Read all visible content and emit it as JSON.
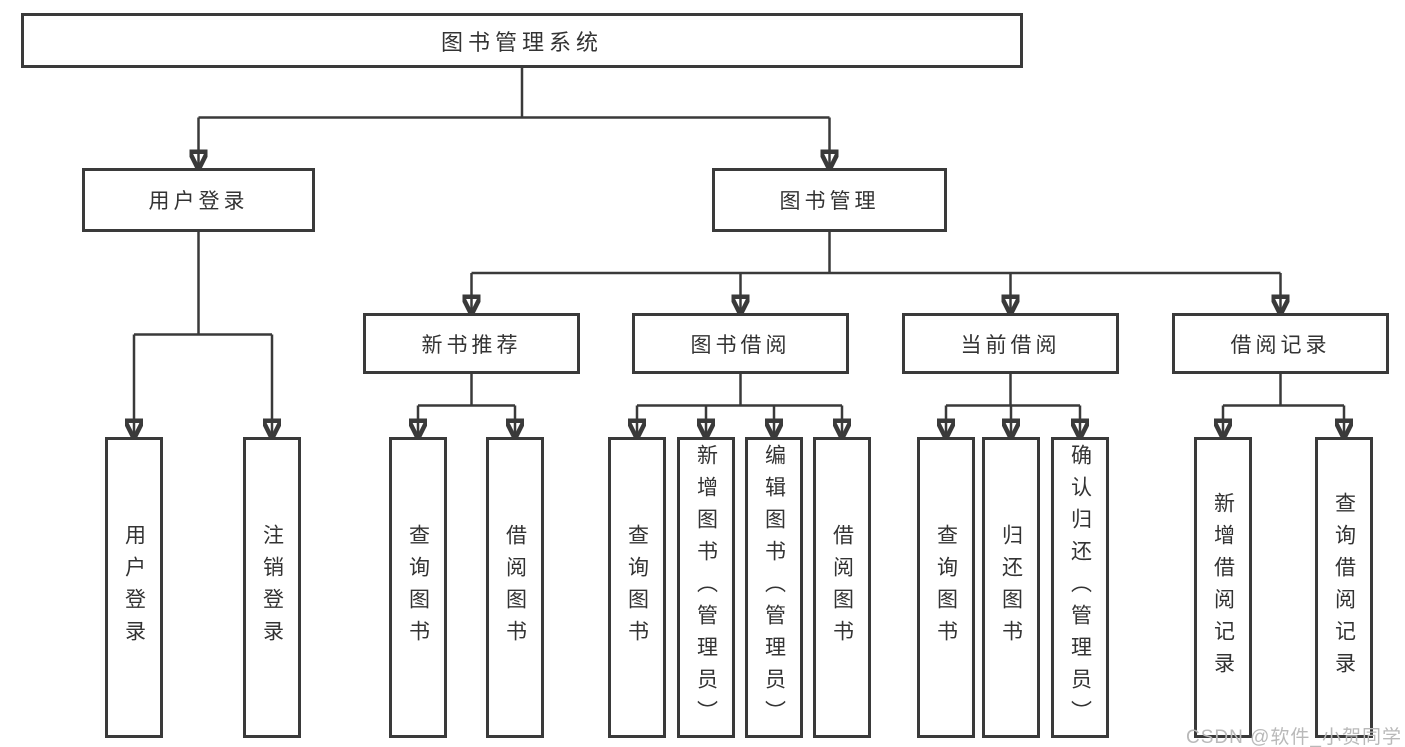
{
  "tree": {
    "root": {
      "label": "图书管理系统"
    },
    "children": [
      {
        "label": "用户登录",
        "leaves": [
          "用户登录",
          "注销登录"
        ]
      },
      {
        "label": "图书管理",
        "groups": [
          {
            "label": "新书推荐",
            "leaves": [
              "查询图书",
              "借阅图书"
            ]
          },
          {
            "label": "图书借阅",
            "leaves": [
              "查询图书",
              "新增图书（管理员）",
              "编辑图书（管理员）",
              "借阅图书"
            ]
          },
          {
            "label": "当前借阅",
            "leaves": [
              "查询图书",
              "归还图书",
              "确认归还（管理员）"
            ]
          },
          {
            "label": "借阅记录",
            "leaves": [
              "新增借阅记录",
              "查询借阅记录"
            ]
          }
        ]
      }
    ]
  },
  "watermark": {
    "text": "CSDN @软件_小贺同学"
  },
  "colors": {
    "line": "#3a3a3a",
    "text": "#333333",
    "background": "#ffffff",
    "watermark": "#b9b9b9"
  }
}
